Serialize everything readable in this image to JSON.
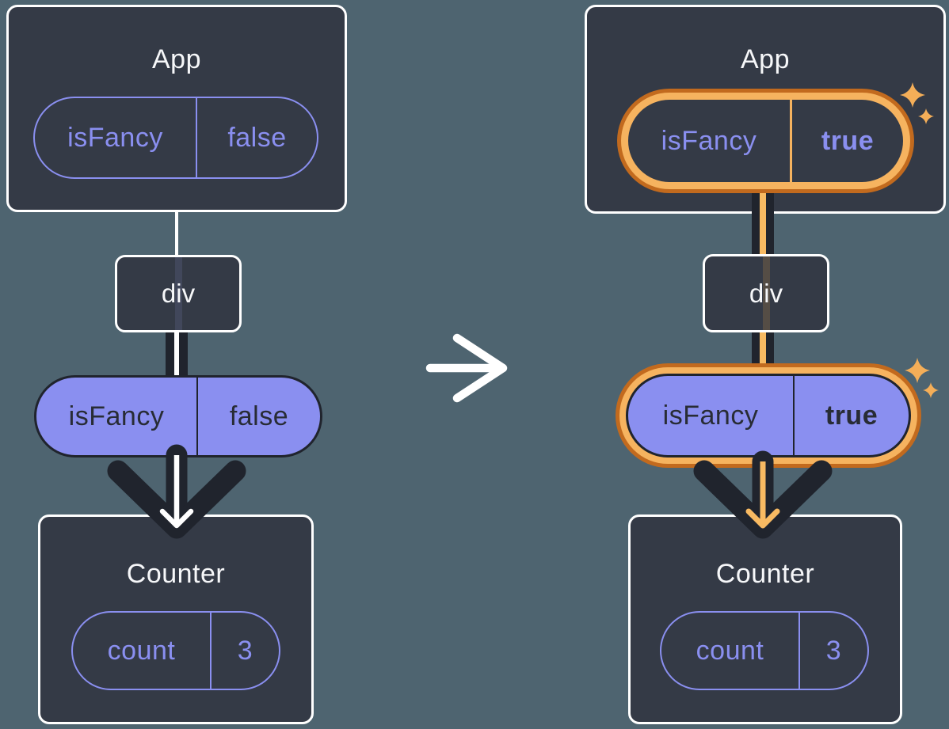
{
  "diagram_title": "State change propagating props through the tree (before and after)",
  "panels": {
    "before": {
      "app_title": "App",
      "app_prop_name": "isFancy",
      "app_prop_value": "false",
      "div_label": "div",
      "prop_name": "isFancy",
      "prop_value": "false",
      "counter_title": "Counter",
      "state_name": "count",
      "state_value": "3"
    },
    "after": {
      "app_title": "App",
      "app_prop_name": "isFancy",
      "app_prop_value": "true",
      "div_label": "div",
      "prop_name": "isFancy",
      "prop_value": "true",
      "counter_title": "Counter",
      "state_name": "count",
      "state_value": "3"
    }
  },
  "icons": {
    "transition": "arrow-right-icon",
    "highlight": "sparkle-icon"
  },
  "colors": {
    "page_bg": "#4E6470",
    "card_bg": "#343A46",
    "card_border": "#FFFFFF",
    "accent_purple": "#8A8FF0",
    "ink_dark": "#20242D",
    "highlight_orange": "#F6B35F",
    "highlight_orange_dark": "#C26A1E",
    "sparkle_orange": "#F4AE58"
  }
}
